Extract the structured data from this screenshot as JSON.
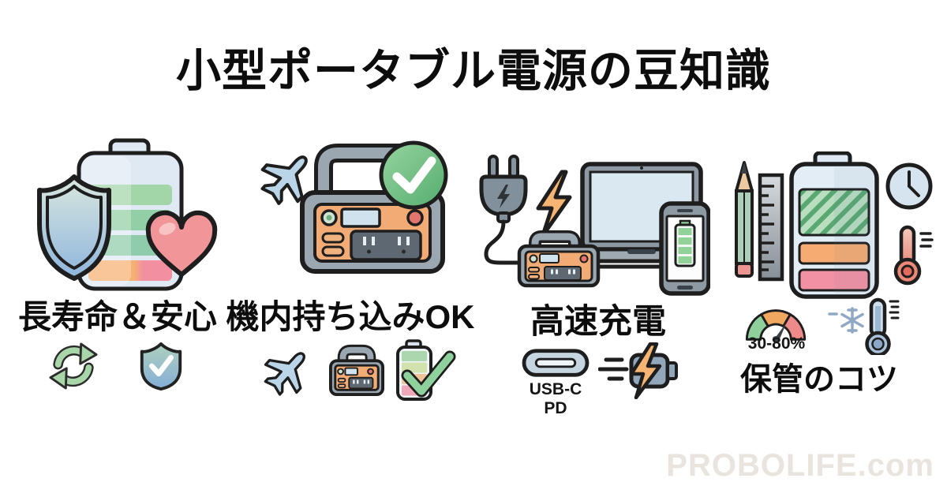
{
  "title": "小型ポータブル電源の豆知識",
  "watermark": "PROBOLIFE.com",
  "colors": {
    "outline": "#1e1e1e",
    "text": "#0d0d0d",
    "watermark": "#e9e5de",
    "green": "#97d0a5",
    "orange": "#f5ab72",
    "pink": "#f391a4",
    "light_blue": "#dfe9f4",
    "gray": "#9aa6b0",
    "bolt_orange": "#f6b472"
  },
  "sections": [
    {
      "label": "長寿命＆安心",
      "main_icons": [
        "battery-gauge-icon",
        "shield-icon",
        "heart-icon"
      ],
      "footer_icons": [
        "recycle-icon",
        "shield-check-icon"
      ]
    },
    {
      "label": "機内持ち込みOK",
      "main_icons": [
        "airplane-icon",
        "power-station-icon",
        "check-circle-icon"
      ],
      "footer_icons": [
        "airplane-small-icon",
        "power-station-small-icon",
        "battery-check-icon"
      ]
    },
    {
      "label": "高速充電",
      "main_icons": [
        "plug-icon",
        "lightning-icon",
        "laptop-icon",
        "smartphone-battery-icon",
        "power-station-icon"
      ],
      "footer_icons": [
        "usb-c-icon",
        "fast-charge-battery-icon"
      ],
      "usb_label": "USB-C PD"
    },
    {
      "label": "保管のコツ",
      "main_icons": [
        "pencil-icon",
        "ruler-icon",
        "battery-hatched-icon",
        "clock-icon",
        "thermometer-hot-icon"
      ],
      "footer_icons": [
        "gauge-icon",
        "snowflake-thermometer-icon"
      ],
      "gauge_label": "30-80%"
    }
  ]
}
